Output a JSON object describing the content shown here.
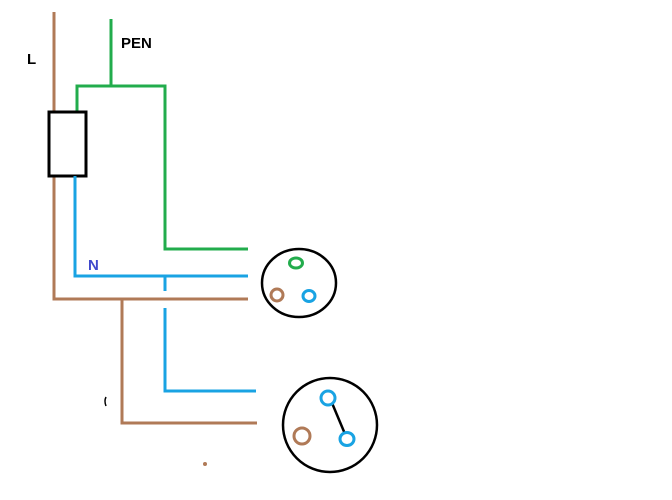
{
  "labels": {
    "line": "L",
    "pen": "PEN",
    "neutral": "N"
  },
  "colors": {
    "line_brown": "#b07a57",
    "pen_green": "#22ac4c",
    "neutral_blue": "#19a3e3",
    "neutral_label": "#3f48cc",
    "black": "#000000"
  }
}
